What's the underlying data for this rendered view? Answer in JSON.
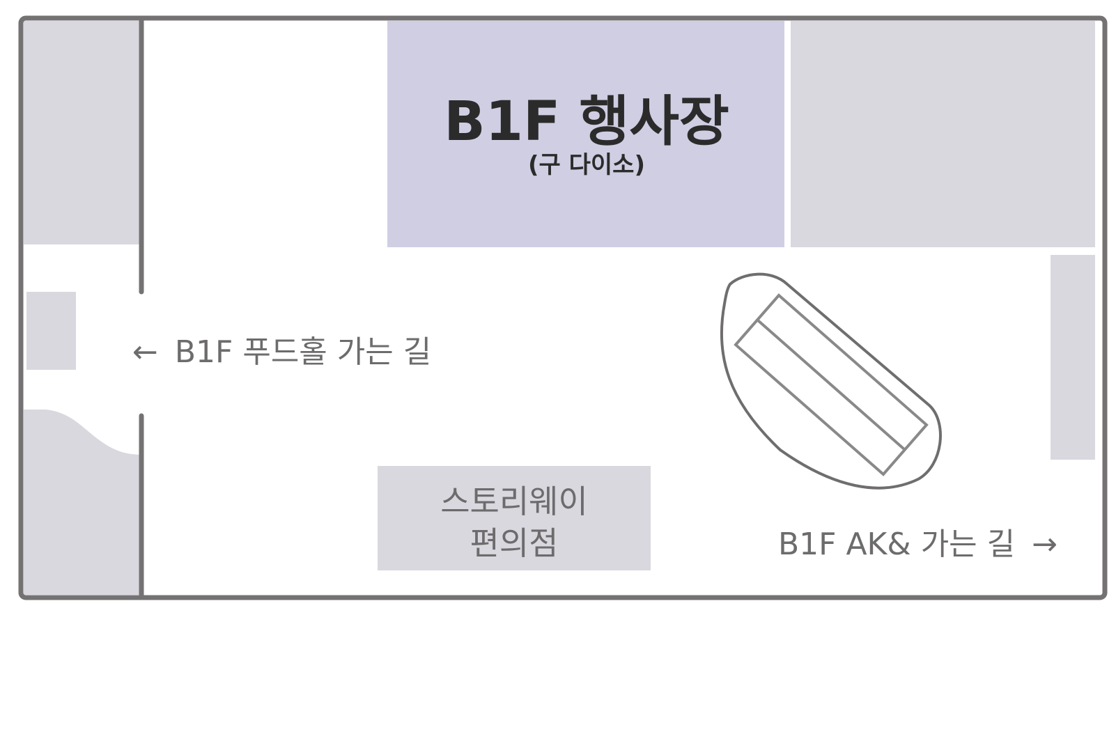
{
  "map": {
    "event_hall": {
      "title": "B1F 행사장",
      "subtitle": "(구 다이소)"
    },
    "food_hall_route": {
      "arrow": "←",
      "label": "B1F 푸드홀 가는 길"
    },
    "ak_route": {
      "label": "B1F AK& 가는 길",
      "arrow": "→"
    },
    "convenience_store": {
      "line1": "스토리웨이",
      "line2": "편의점"
    },
    "colors": {
      "border": "#757273",
      "store_block": "#d9d8df",
      "event_hall_fill": "#cfcee3",
      "label_dark": "#2b2b2b",
      "label_gray": "#6d6b6c",
      "escalator_stroke": "#8a8889"
    }
  }
}
